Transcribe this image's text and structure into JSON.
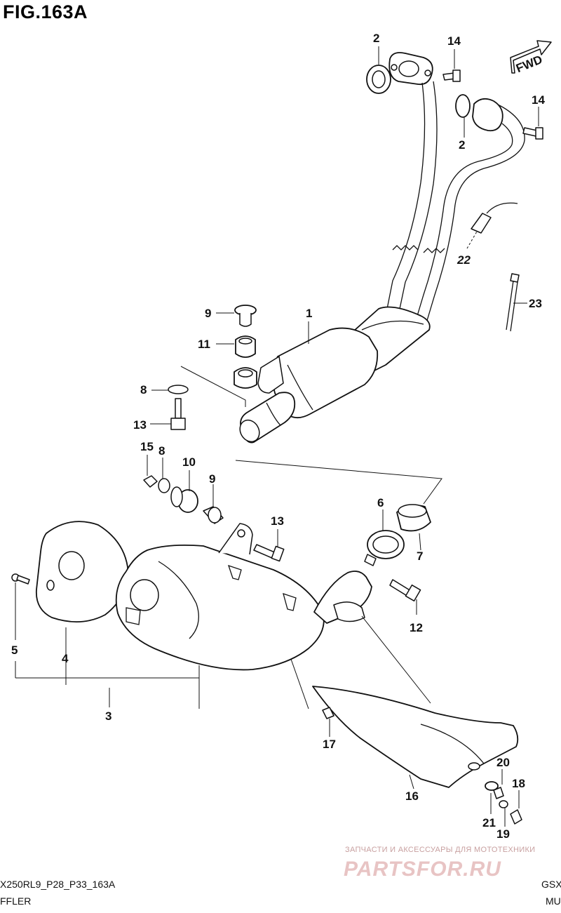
{
  "figure": {
    "title": "FIG.163A"
  },
  "fwd_label": "FWD",
  "callouts": [
    "1",
    "2",
    "2",
    "3",
    "4",
    "5",
    "6",
    "7",
    "8",
    "8",
    "9",
    "9",
    "10",
    "11",
    "12",
    "13",
    "13",
    "14",
    "14",
    "15",
    "16",
    "17",
    "18",
    "19",
    "20",
    "21",
    "22",
    "23"
  ],
  "footer": {
    "left_code": "X250RL9_P28_P33_163A",
    "left_name": "FFLER",
    "right_code": "GSX",
    "right_name": "MU"
  },
  "watermark": {
    "caption": "ЗАПЧАСТИ И АКСЕССУАРЫ ДЛЯ МОТОТЕХНИКИ",
    "logo_text": "PARTSFOR.RU"
  },
  "colors": {
    "line": "#111111",
    "watermark": "#e0b4b4"
  }
}
